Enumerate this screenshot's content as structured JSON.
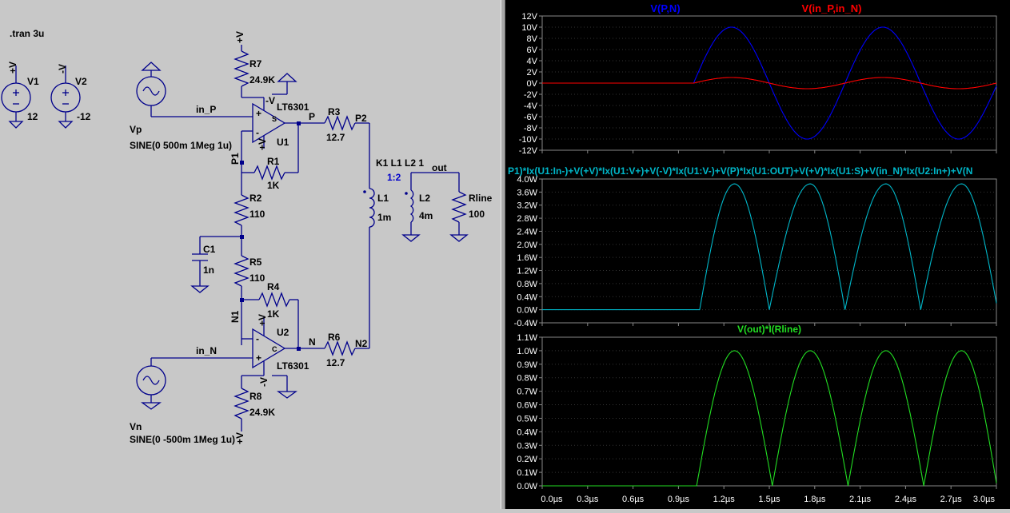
{
  "schematic": {
    "directive": ".tran 3u",
    "v1": {
      "name": "V1",
      "value": "12",
      "node": "+V"
    },
    "v2": {
      "name": "V2",
      "value": "-12",
      "node": "-V"
    },
    "vp": {
      "name": "Vp",
      "value": "SINE(0 500m 1Meg 1u)"
    },
    "vn": {
      "name": "Vn",
      "value": "SINE(0 -500m 1Meg 1u)"
    },
    "r7": {
      "name": "R7",
      "value": "24.9K"
    },
    "r8": {
      "name": "R8",
      "value": "24.9K"
    },
    "r1": {
      "name": "R1",
      "value": "1K"
    },
    "r4": {
      "name": "R4",
      "value": "1K"
    },
    "r2": {
      "name": "R2",
      "value": "110"
    },
    "r5": {
      "name": "R5",
      "value": "110"
    },
    "r3": {
      "name": "R3",
      "value": "12.7"
    },
    "r6": {
      "name": "R6",
      "value": "12.7"
    },
    "c1": {
      "name": "C1",
      "value": "1n"
    },
    "u1": {
      "name": "U1",
      "part": "LT6301"
    },
    "u2": {
      "name": "U2",
      "part": "LT6301"
    },
    "l1": {
      "name": "L1",
      "value": "1m"
    },
    "l2": {
      "name": "L2",
      "value": "4m"
    },
    "rline": {
      "name": "Rline",
      "value": "100"
    },
    "coupling": {
      "directive": "K1 L1 L2 1",
      "ratio": "1:2"
    },
    "nets": {
      "in_p": "in_P",
      "in_n": "in_N",
      "p": "P",
      "p1": "P1",
      "p2": "P2",
      "n": "N",
      "n1": "N1",
      "n2": "N2",
      "out": "out",
      "pos": "+V",
      "neg": "-V"
    },
    "pin_labels": {
      "minus": "-",
      "plus": "+",
      "shdn": "S",
      "c": "C"
    }
  },
  "chart_data": [
    {
      "type": "line",
      "title": "",
      "series": [
        {
          "name": "V(P,N)",
          "color": "#0000ff",
          "x_us": [
            0,
            1.0,
            1.25,
            1.5,
            1.75,
            2.0,
            2.25,
            2.5,
            2.75,
            3.0
          ],
          "y": [
            0,
            0,
            10,
            0,
            -10,
            0,
            10,
            0,
            -10,
            -0.5
          ]
        },
        {
          "name": "V(in_P,in_N)",
          "color": "#ff0000",
          "x_us": [
            0,
            1.0,
            1.25,
            1.5,
            1.75,
            2.0,
            2.25,
            2.5,
            2.75,
            3.0
          ],
          "y": [
            0,
            0,
            1,
            0,
            -1,
            0,
            1,
            0,
            -1,
            0
          ]
        }
      ],
      "ylim": [
        -12,
        12
      ],
      "yticks": [
        "12V",
        "10V",
        "8V",
        "6V",
        "4V",
        "2V",
        "0V",
        "-2V",
        "-4V",
        "-6V",
        "-8V",
        "-10V",
        "-12V"
      ]
    },
    {
      "type": "line",
      "title": "P1)*Ix(U1:In-)+V(+V)*Ix(U1:V+)+V(-V)*Ix(U1:V-)+V(P)*Ix(U1:OUT)+V(+V)*Ix(U1:S)+V(in_N)*Ix(U2:In+)+V(N",
      "series": [
        {
          "name": "",
          "color": "#00b7c9",
          "x_us": [
            0,
            1.04,
            1.27,
            1.5,
            1.77,
            2.0,
            2.27,
            2.5,
            2.77,
            3.0
          ],
          "y": [
            0,
            0,
            3.85,
            0,
            3.85,
            0,
            3.85,
            0,
            3.85,
            0.2
          ]
        }
      ],
      "ylim": [
        -0.4,
        4.0
      ],
      "yticks": [
        "4.0W",
        "3.6W",
        "3.2W",
        "2.8W",
        "2.4W",
        "2.0W",
        "1.6W",
        "1.2W",
        "0.8W",
        "0.4W",
        "0.0W",
        "-0.4W"
      ]
    },
    {
      "type": "line",
      "title": "V(out)*I(Rline)",
      "series": [
        {
          "name": "V(out)*I(Rline)",
          "color": "#22dd22",
          "x_us": [
            0,
            1.02,
            1.27,
            1.52,
            1.77,
            2.02,
            2.27,
            2.52,
            2.77,
            3.0
          ],
          "y": [
            0,
            0,
            1.0,
            0,
            1.0,
            0,
            1.0,
            0,
            1.0,
            0.02
          ]
        }
      ],
      "ylim": [
        0,
        1.1
      ],
      "yticks": [
        "1.1W",
        "1.0W",
        "0.9W",
        "0.8W",
        "0.7W",
        "0.6W",
        "0.5W",
        "0.4W",
        "0.3W",
        "0.2W",
        "0.1W",
        "0.0W"
      ]
    }
  ],
  "xaxis": {
    "range": [
      0,
      3.0
    ],
    "ticks": [
      "0.0µs",
      "0.3µs",
      "0.6µs",
      "0.9µs",
      "1.2µs",
      "1.5µs",
      "1.8µs",
      "2.1µs",
      "2.4µs",
      "2.7µs",
      "3.0µs"
    ]
  },
  "colors": {
    "grid": "#888888",
    "background": "#000000",
    "axis_text": "#ffffff",
    "wire": "#00008b",
    "schematic_bg": "#c8c8c8"
  }
}
